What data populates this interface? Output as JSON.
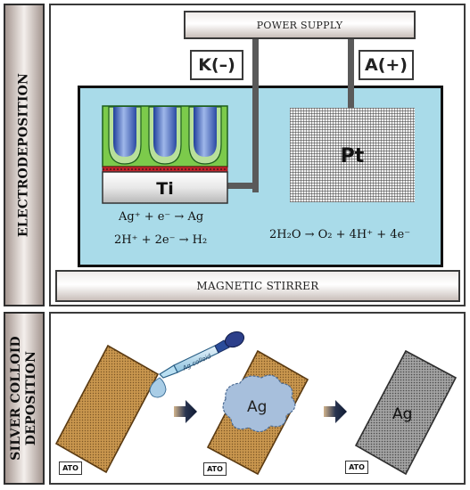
{
  "electrodeposition": {
    "section_label": "ELECTRODEPOSITION",
    "power_supply": "POWER SUPPLY",
    "cathode_terminal": "K(–)",
    "anode_terminal": "A(+)",
    "cathode_material": "Ti",
    "anode_material": "Pt",
    "cathode_reactions": [
      "Ag⁺ + e⁻ → Ag",
      "2H⁺ + 2e⁻ → H₂"
    ],
    "anode_reaction": "2H₂O → O₂ + 4H⁺ + 4e⁻",
    "stirrer": "MAGNETIC STIRRER"
  },
  "colloid_deposition": {
    "section_label_line1": "SILVER COLLOID",
    "section_label_line2": "DEPOSITION",
    "dropper_label": "Ag colloid",
    "substrate_labels": [
      "ATO",
      "ATO",
      "ATO"
    ],
    "silver_labels": [
      "Ag",
      "Ag"
    ]
  },
  "colors": {
    "electrolyte": "#a9dbe9",
    "substrate": "#c9964e",
    "silver_blob": "#a7bfdc",
    "silver_film": "#9a9a9a",
    "arrow": "#1c2a44"
  }
}
